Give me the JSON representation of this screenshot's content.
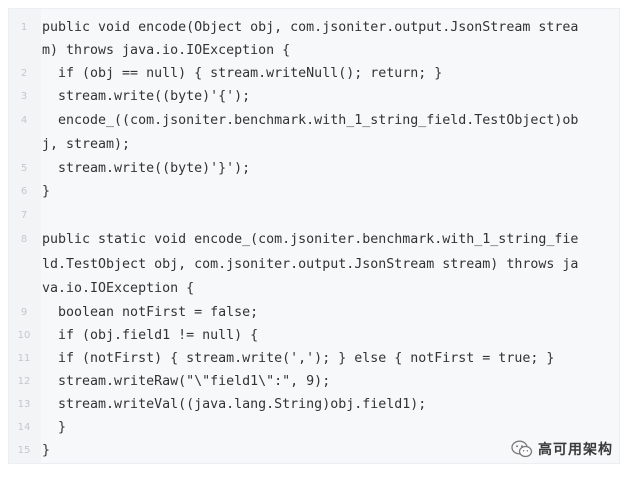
{
  "code_lines": [
    {
      "num": "1",
      "text": "public void encode(Object obj, com.jsoniter.output.JsonStream strea"
    },
    {
      "num": "",
      "text": "m) throws java.io.IOException {"
    },
    {
      "num": "2",
      "text": "  if (obj == null) { stream.writeNull(); return; }"
    },
    {
      "num": "3",
      "text": "  stream.write((byte)'{');"
    },
    {
      "num": "4",
      "text": "  encode_((com.jsoniter.benchmark.with_1_string_field.TestObject)ob"
    },
    {
      "num": "",
      "text": "j, stream);"
    },
    {
      "num": "5",
      "text": "  stream.write((byte)'}');"
    },
    {
      "num": "6",
      "text": "}"
    },
    {
      "num": "7",
      "text": ""
    },
    {
      "num": "8",
      "text": "public static void encode_(com.jsoniter.benchmark.with_1_string_fie"
    },
    {
      "num": "",
      "text": "ld.TestObject obj, com.jsoniter.output.JsonStream stream) throws ja"
    },
    {
      "num": "",
      "text": "va.io.IOException {"
    },
    {
      "num": "9",
      "text": "  boolean notFirst = false;"
    },
    {
      "num": "10",
      "text": "  if (obj.field1 != null) {"
    },
    {
      "num": "11",
      "text": "  if (notFirst) { stream.write(','); } else { notFirst = true; }"
    },
    {
      "num": "12",
      "text": "  stream.writeRaw(\"\\\"field1\\\":\", 9);"
    },
    {
      "num": "13",
      "text": "  stream.writeVal((java.lang.String)obj.field1);"
    },
    {
      "num": "14",
      "text": "  }"
    },
    {
      "num": "15",
      "text": "}"
    }
  ],
  "watermark": {
    "icon": "wechat-icon",
    "text": "高可用架构"
  }
}
